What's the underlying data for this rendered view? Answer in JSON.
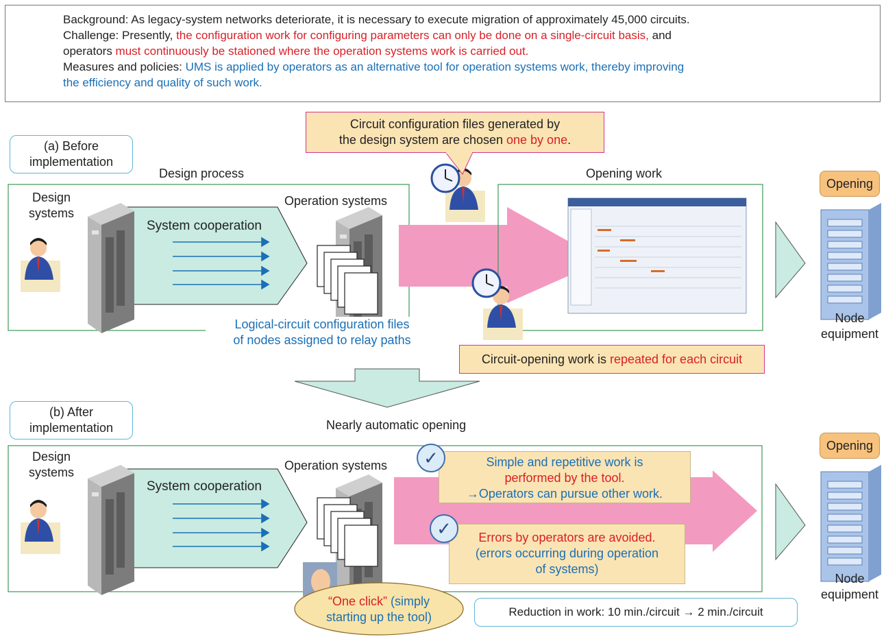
{
  "summary": {
    "line1": "Background: As legacy-system networks deteriorate, it is necessary to execute migration of approximately 45,000 circuits.",
    "challenge_prefix": "Challenge: Presently, ",
    "challenge_red1": "the configuration work for configuring parameters can only be done on a single-circuit basis,",
    "challenge_mid": " and",
    "line3_prefix": "operators ",
    "line3_red": "must continuously be stationed where the operation systems work is carried out.",
    "measures_prefix": "Measures and policies: ",
    "measures_blue": "UMS is applied by operators as an alternative tool for operation systems work, thereby improving",
    "measures_blue2": "the efficiency and quality of such work."
  },
  "before": {
    "tag_line1": "(a) Before",
    "tag_line2": "implementation",
    "design_process": "Design process",
    "design_systems_1": "Design",
    "design_systems_2": "systems",
    "system_cooperation": "System cooperation",
    "operation_systems": "Operation systems",
    "logical_1": "Logical-circuit configuration files",
    "logical_2": "of nodes assigned to relay paths",
    "callout_1": "Circuit configuration files generated by",
    "callout_2_prefix": "the design system are chosen ",
    "callout_2_red": "one by one",
    "callout_2_suffix": ".",
    "opening_work": "Opening work",
    "repeat_prefix": "Circuit-opening work is ",
    "repeat_red": "repeated for each circuit",
    "opening_badge": "Opening",
    "node_1": "Node",
    "node_2": "equipment"
  },
  "after": {
    "tag_line1": "(b) After",
    "tag_line2": "implementation",
    "nearly_auto": "Nearly automatic opening",
    "design_systems_1": "Design",
    "design_systems_2": "systems",
    "system_cooperation": "System cooperation",
    "operation_systems": "Operation systems",
    "box1_l1": "Simple and repetitive work is",
    "box1_l2": "performed by the tool.",
    "box1_l3": "→Operators can pursue other work.",
    "box2_l1": "Errors by operators are avoided.",
    "box2_l2": "(errors occurring during operation",
    "box2_l3": "of systems)",
    "check_glyph": "✓",
    "one_click_red": "“One click”",
    "one_click_rest1": " (simply",
    "one_click_rest2": "starting up the tool)",
    "reduction": "Reduction in work: 10 min./circuit → 2 min./circuit",
    "opening_badge": "Opening",
    "node_1": "Node",
    "node_2": "equipment"
  },
  "colors": {
    "red": "#d81f26",
    "blue": "#1a6fb5",
    "arrow_pink": "#f39ac0",
    "panel_teal": "#c9ebe1",
    "callout_fill": "#fbe4b4",
    "green_border": "#3d9a57"
  },
  "icons": [
    "person-at-computer-icon",
    "server-tower-icon",
    "document-stack-icon",
    "clock-icon",
    "node-rack-icon",
    "check-icon",
    "mouse-hand-icon"
  ]
}
